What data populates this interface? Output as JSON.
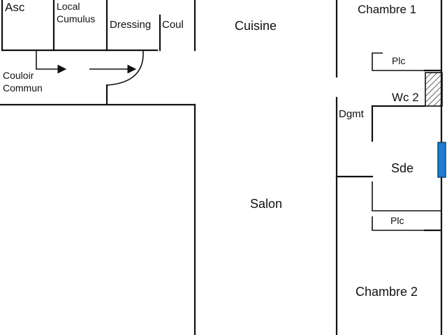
{
  "rooms": {
    "asc": "Asc",
    "local_line1": "Local",
    "local_line2": "Cumulus",
    "dressing": "Dressing",
    "coul": "Coul",
    "cuisine": "Cuisine",
    "chambre1": "Chambre 1",
    "plc_top": "Plc",
    "wc2": "Wc 2",
    "dgmt": "Dgmt",
    "sde": "Sde",
    "salon": "Salon",
    "plc_bottom": "Plc",
    "chambre2": "Chambre 2",
    "couloir_line1": "Couloir",
    "couloir_line2": "Commun"
  },
  "colors": {
    "wall": "#111111",
    "window": "#1e7fd0",
    "hatch": "#222222"
  }
}
